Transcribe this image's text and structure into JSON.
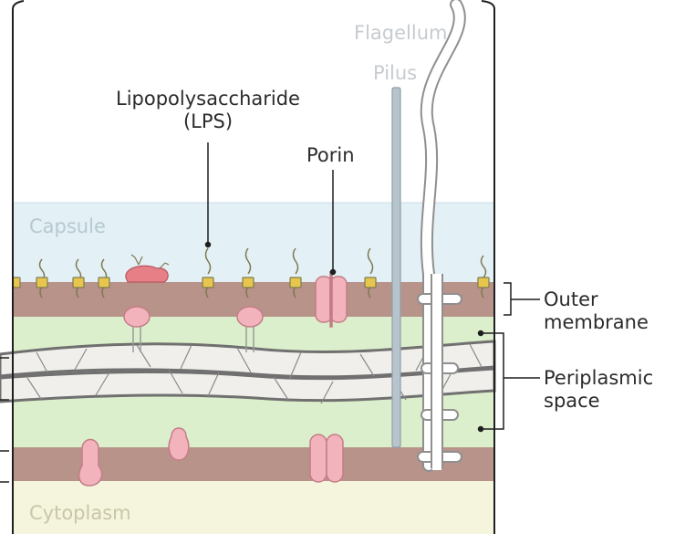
{
  "labels": {
    "flagellum": "Flagellum",
    "pilus": "Pilus",
    "lps_line1": "Lipopolysaccharide",
    "lps_line2": "(LPS)",
    "porin": "Porin",
    "capsule": "Capsule",
    "outer_membrane_line1": "Outer",
    "outer_membrane_line2": "membrane",
    "periplasmic_line1": "Periplasmic",
    "periplasmic_line2": "space",
    "cytoplasm": "Cytoplasm"
  },
  "colors": {
    "capsule": "#e3f0f5",
    "membrane": "#b8938a",
    "periplasm": "#dcefcc",
    "cytoplasm": "#f5f4dd",
    "peptidoglycan": "#f1efeb",
    "lps_head": "#e6c64c",
    "lps_tail": "#7f7a52",
    "protein": "#f3b3bc",
    "protein_outline": "#c37d86",
    "pilus": "#b7c4cc",
    "outline": "#2a2a2a"
  }
}
